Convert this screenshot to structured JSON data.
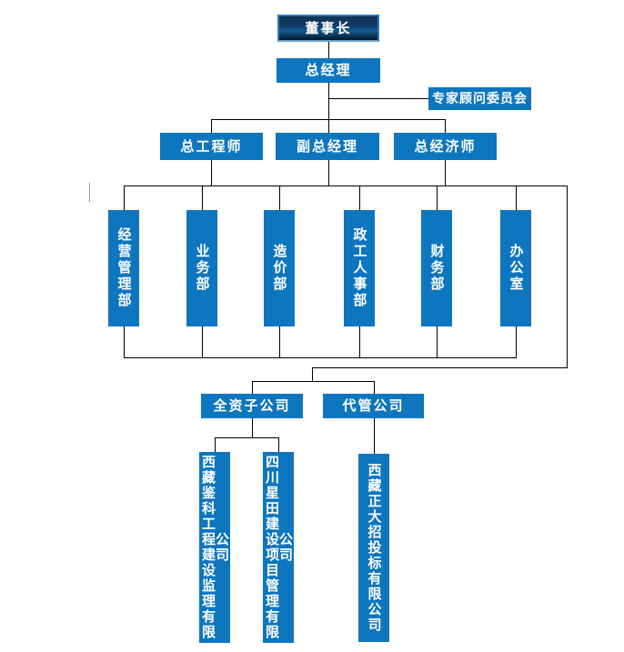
{
  "org_chart": {
    "chairman": "董事长",
    "general_manager": "总经理",
    "advisory_committee": "专家顾问委员会",
    "managers": [
      "总工程师",
      "副总经理",
      "总经济师"
    ],
    "departments": [
      "经营管理部",
      "业务部",
      "造价部",
      "政工人事部",
      "财务部",
      "办公室"
    ],
    "subsidiary_groups": [
      "全资子公司",
      "代管公司"
    ],
    "companies": [
      "西藏鉴科工程建设监理有限公司",
      "四川星田建设项目管理有限公司",
      "西藏正大招投标有限公司"
    ]
  },
  "colors": {
    "node_blue": "#0E76BE",
    "chairman_border": "#2F7AB8",
    "connector": "#000000",
    "label_text": "#FFFFFF"
  }
}
